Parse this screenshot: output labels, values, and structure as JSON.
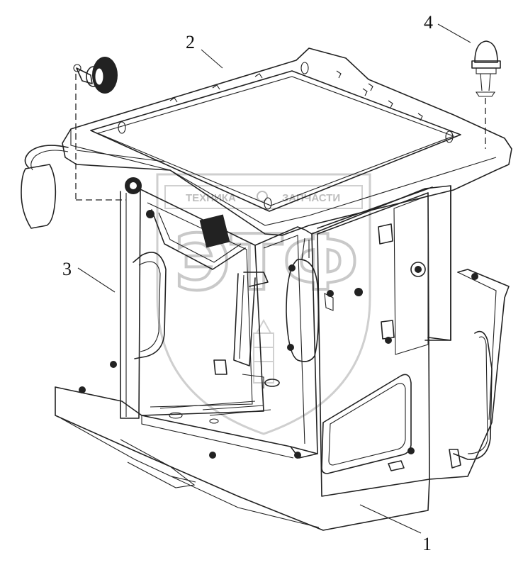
{
  "callouts": [
    {
      "id": "cab",
      "label": "1"
    },
    {
      "id": "roof",
      "label": "2"
    },
    {
      "id": "frame",
      "label": "3"
    },
    {
      "id": "beacon",
      "label": "4"
    }
  ],
  "watermark": {
    "left_text": "ТЕХНИКА",
    "right_text": "ЗАПЧАСТИ",
    "monogram": "ЭТФ",
    "color": "#c8c8c8"
  },
  "line_color": "#222222"
}
